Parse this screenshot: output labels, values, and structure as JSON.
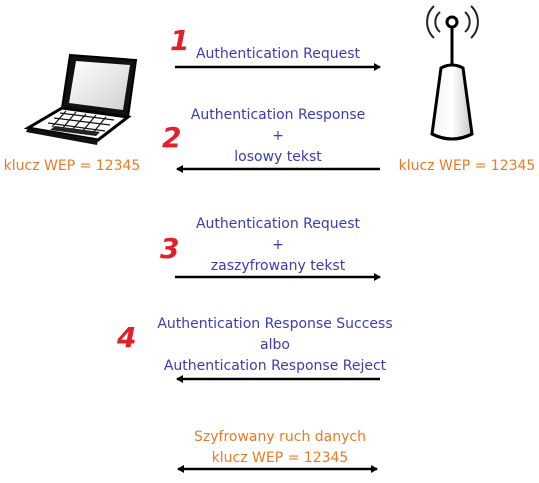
{
  "laptop": {
    "icon": "laptop-icon",
    "key_label": "klucz WEP = 12345"
  },
  "access_point": {
    "icon": "wireless-access-point-icon",
    "key_label": "klucz WEP = 12345"
  },
  "colors": {
    "message": "#3b3bb5",
    "key": "#ec7a23",
    "step_number": "#e2202a",
    "arrow": "#000000"
  },
  "steps": [
    {
      "number": "1",
      "lines": [
        "Authentication Request"
      ],
      "direction": "right"
    },
    {
      "number": "2",
      "lines": [
        "Authentication Response",
        "+",
        "losowy tekst"
      ],
      "direction": "left"
    },
    {
      "number": "3",
      "lines": [
        "Authentication Request",
        "+",
        "zaszyfrowany tekst"
      ],
      "direction": "right"
    },
    {
      "number": "4",
      "lines": [
        "Authentication Response Success",
        "albo",
        "Authentication Response Reject"
      ],
      "direction": "left"
    }
  ],
  "data_transfer": {
    "lines": [
      "Szyfrowany ruch danych",
      "klucz WEP = 12345"
    ],
    "direction": "both"
  }
}
